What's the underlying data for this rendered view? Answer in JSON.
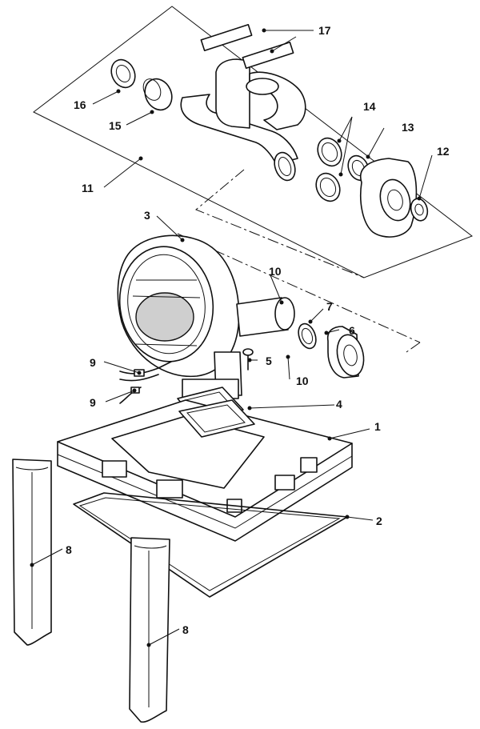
{
  "callouts": [
    {
      "id": "c1",
      "label": "1"
    },
    {
      "id": "c2",
      "label": "2"
    },
    {
      "id": "c3",
      "label": "3"
    },
    {
      "id": "c4",
      "label": "4"
    },
    {
      "id": "c5",
      "label": "5"
    },
    {
      "id": "c6",
      "label": "6"
    },
    {
      "id": "c7",
      "label": "7"
    },
    {
      "id": "c8a",
      "label": "8"
    },
    {
      "id": "c8b",
      "label": "8"
    },
    {
      "id": "c9a",
      "label": "9"
    },
    {
      "id": "c9b",
      "label": "9"
    },
    {
      "id": "c10a",
      "label": "10"
    },
    {
      "id": "c10b",
      "label": "10"
    },
    {
      "id": "c11",
      "label": "11"
    },
    {
      "id": "c12",
      "label": "12"
    },
    {
      "id": "c13",
      "label": "13"
    },
    {
      "id": "c14",
      "label": "14"
    },
    {
      "id": "c15",
      "label": "15"
    },
    {
      "id": "c16",
      "label": "16"
    },
    {
      "id": "c17",
      "label": "17"
    }
  ]
}
